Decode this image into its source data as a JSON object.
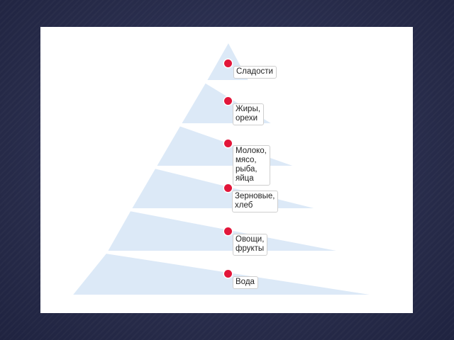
{
  "diagram": {
    "accent_color": "#e2163a",
    "tier_color": "#dce9f7",
    "tiers": [
      {
        "label": "Сладости"
      },
      {
        "label": "Жиры,\nорехи"
      },
      {
        "label": "Молоко,\nмясо,\nрыба,\nяйца"
      },
      {
        "label": "Зерновые,\nхлеб"
      },
      {
        "label": "Овощи,\nфрукты"
      },
      {
        "label": "Вода"
      }
    ]
  }
}
